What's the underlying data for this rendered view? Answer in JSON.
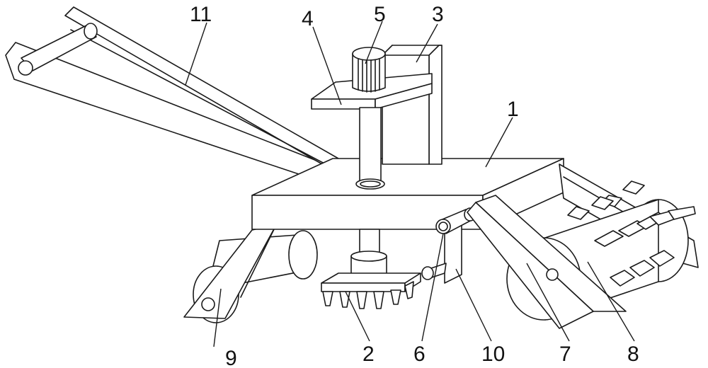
{
  "labels": {
    "l1": "1",
    "l2": "2",
    "l3": "3",
    "l4": "4",
    "l5": "5",
    "l6": "6",
    "l7": "7",
    "l8": "8",
    "l9": "9",
    "l10": "10",
    "l11": "11"
  },
  "colors": {
    "line": "#1a1a1a",
    "background": "#ffffff"
  }
}
